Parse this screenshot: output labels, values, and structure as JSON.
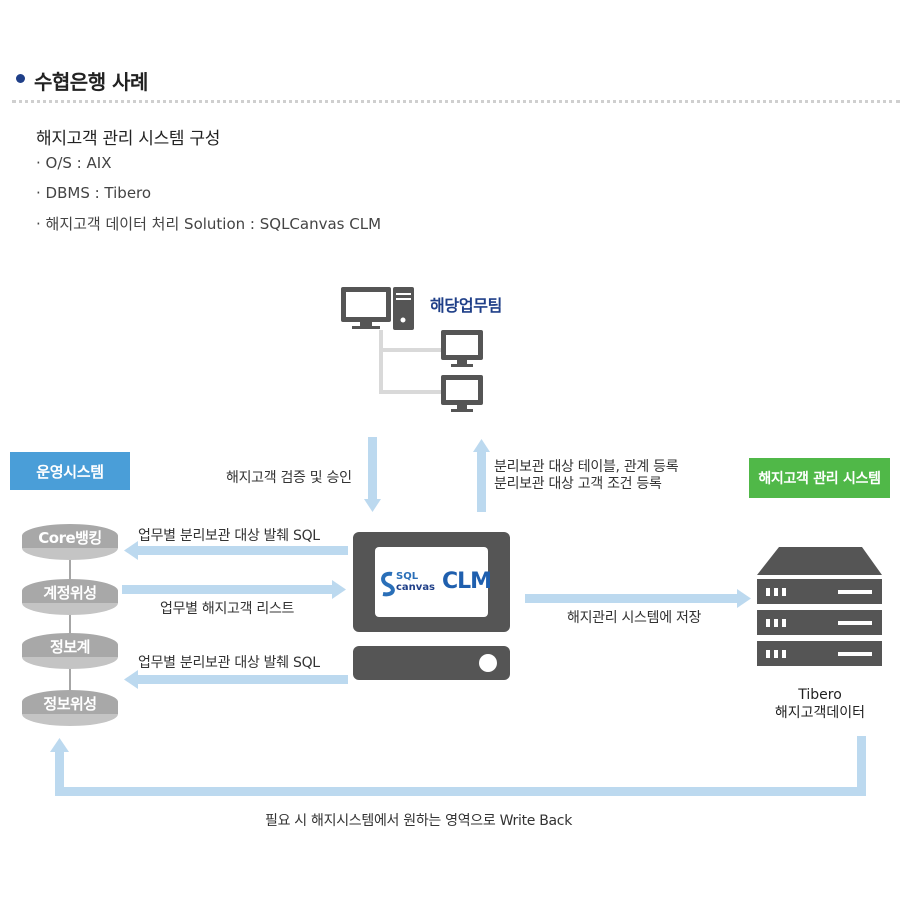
{
  "section": {
    "title": "수협은행 사례"
  },
  "system": {
    "subtitle": "해지고객 관리 시스템 구성",
    "specs": [
      "· O/S : AIX",
      "· DBMS : Tibero",
      "· 해지고객 데이터 처리 Solution : SQLCanvas CLM"
    ]
  },
  "diagram": {
    "team_label": "해당업무팀",
    "ops_system_label": "운영시스템",
    "mgmt_system_label": "해지고객 관리 시스템",
    "ops_databases": [
      "Core뱅킹",
      "계정위성",
      "정보계",
      "정보위성"
    ],
    "flows": {
      "verify_approve": "해지고객 검증 및 승인",
      "register_line1": "분리보관 대상 테이블, 관계 등록",
      "register_line2": "분리보관 대상 고객 조건 등록",
      "sql_issue_1": "업무별 분리보관 대상 발췌 SQL",
      "customer_list": "업무별 해지고객 리스트",
      "sql_issue_2": "업무별 분리보관 대상 발췌 SQL",
      "store": "해지관리 시스템에 저장",
      "write_back": "필요 시 해지시스템에서 원하는 영역으로 Write Back"
    },
    "clm_logo": {
      "sql": "SQL",
      "canvas": "canvas",
      "clm": "CLM"
    },
    "server": {
      "line1": "Tibero",
      "line2": "해지고객데이터"
    },
    "colors": {
      "arrow": "#bcd9ef",
      "ops_box": "#4a9ed8",
      "mgmt_box": "#50b848",
      "disk": "#a8a8a8",
      "device": "#555555",
      "team_text": "#1f3f88"
    }
  }
}
